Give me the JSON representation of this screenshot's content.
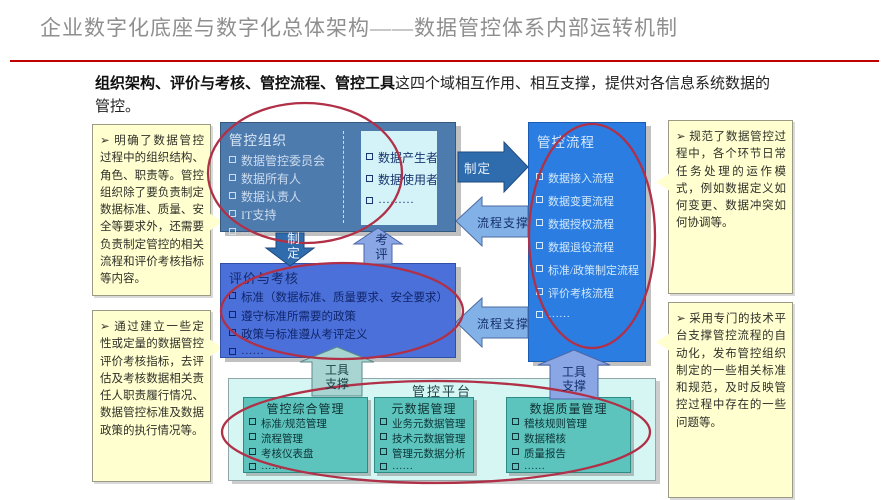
{
  "page": {
    "title": "企业数字化底座与数字化总体架构——数据管控体系内部运转机制",
    "intro_bold": "组织架构、评价与考核、管控流程、管控工具",
    "intro_rest": "这四个域相互作用、相互支撑，提供对各信息系统数据的管控。"
  },
  "notes": {
    "marker": "➢",
    "left_top": "明确了数据管控过程中的组织结构、角色、职责等。管控组织除了要负责制定数据标准、质量、安全等要求外，还需要负责制定管控的相关流程和评价考核指标等内容。",
    "left_bottom": "通过建立一些定性或定量的数据管控评价考核指标，去评估及考核数据相关责任人职责履行情况、数据管控标准及数据政策的执行情况等。",
    "right_top": "规范了数据管控过程中，各个环节日常任务处理的运作模式，例如数据定义如何变更、数据冲突如何协调等。",
    "right_bottom": "采用专门的技术平台支撑管控流程的自动化，发布管控组织制定的一些相关标准和规范，及时反映管控过程中存在的一些问题等。"
  },
  "org_box": {
    "title": "管控组织",
    "items": [
      "数据管控委员会",
      "数据所有人",
      "数据认责人",
      "IT支持",
      "······"
    ]
  },
  "actors_box": {
    "items": [
      "数据产生者",
      "数据使用者",
      "·········"
    ]
  },
  "process_box": {
    "title": "管控流程",
    "items": [
      "数据接入流程",
      "数据变更流程",
      "数据授权流程",
      "数据退役流程",
      "标准/政策制定流程",
      "评价考核流程",
      "······"
    ]
  },
  "eval_box": {
    "title": "评价与考核",
    "items": [
      "标准（数据标准、质量要求、安全要求）",
      "遵守标准所需要的政策",
      "政策与标准遵从考评定义",
      "······"
    ]
  },
  "platform": {
    "title": "管控平台",
    "boxes": [
      {
        "title": "管控综合管理",
        "items": [
          "标准/规范管理",
          "流程管理",
          "考核仪表盘",
          "······"
        ]
      },
      {
        "title": "元数据管理",
        "items": [
          "业务元数据管理",
          "技术元数据管理",
          "管理元数据分析",
          "······"
        ]
      },
      {
        "title": "数据质量管理",
        "items": [
          "稽核规则管理",
          "数据稽核",
          "质量报告",
          "······"
        ]
      }
    ]
  },
  "arrows": {
    "make_h": "制定",
    "make_v": "制定",
    "process_support_1": "流程支撑",
    "process_support_2": "流程支撑",
    "assess": "考评",
    "tool_support_left": "工具支撑",
    "tool_support_right": "工具支撑"
  },
  "colors": {
    "rule_red": "#c00000",
    "ellipse_red": "#b03048",
    "org_blue": "#4e7bae",
    "process_blue": "#2b7de2",
    "eval_blue": "#4b70d9",
    "platform_cyan": "#d6f6f3",
    "sub_teal": "#5cc4bc",
    "note_yellow": "#ffffd0"
  }
}
